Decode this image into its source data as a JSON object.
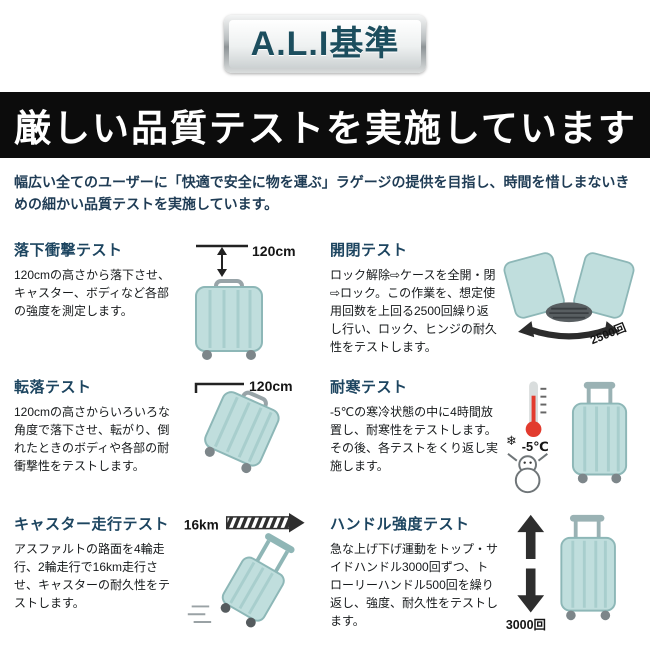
{
  "logo": {
    "text": "A.L.I基準"
  },
  "banner": {
    "title": "厳しい品質テストを実施しています"
  },
  "intro": "幅広い全てのユーザーに「快適で安全に物を運ぶ」ラゲージの提供を目指し、時間を惜しまないきめの細かい品質テストを実施しています。",
  "icons": {
    "snowflake": "❄"
  },
  "tests": [
    {
      "title": "落下衝撃テスト",
      "description": "120cmの高さから落下させ、キャスター、ボディなど各部の強度を測定します。",
      "annotation": "120cm"
    },
    {
      "title": "開閉テスト",
      "description": "ロック解除⇨ケースを全開・閉⇨ロック。この作業を、想定使用回数を上回る2500回繰り返し行い、ロック、ヒンジの耐久性をテストします。",
      "annotation": "2500回"
    },
    {
      "title": "転落テスト",
      "description": "120cmの高さからいろいろな角度で落下させ、転がり、倒れたときのボディや各部の耐衝撃性をテストします。",
      "annotation": "120cm"
    },
    {
      "title": "耐寒テスト",
      "description": "-5℃の寒冷状態の中に4時間放置し、耐寒性をテストします。その後、各テストをくり返し実施します。",
      "annotation": "-5℃"
    },
    {
      "title": "キャスター走行テスト",
      "description": "アスファルトの路面を4輪走行、2輪走行で16km走行させ、キャスターの耐久性をテストします。",
      "annotation": "16km"
    },
    {
      "title": "ハンドル強度テスト",
      "description": "急な上げ下げ運動をトップ・サイドハンドル3000回ずつ、トローリーハンドル500回を繰り返し、強度、耐久性をテストします。",
      "annotation": "3000回"
    }
  ],
  "colors": {
    "accent_teal": "#1c4e5e",
    "title_navy": "#1d4560",
    "case_fill": "#c0dedd",
    "banner_bg": "#0c0c0c"
  }
}
